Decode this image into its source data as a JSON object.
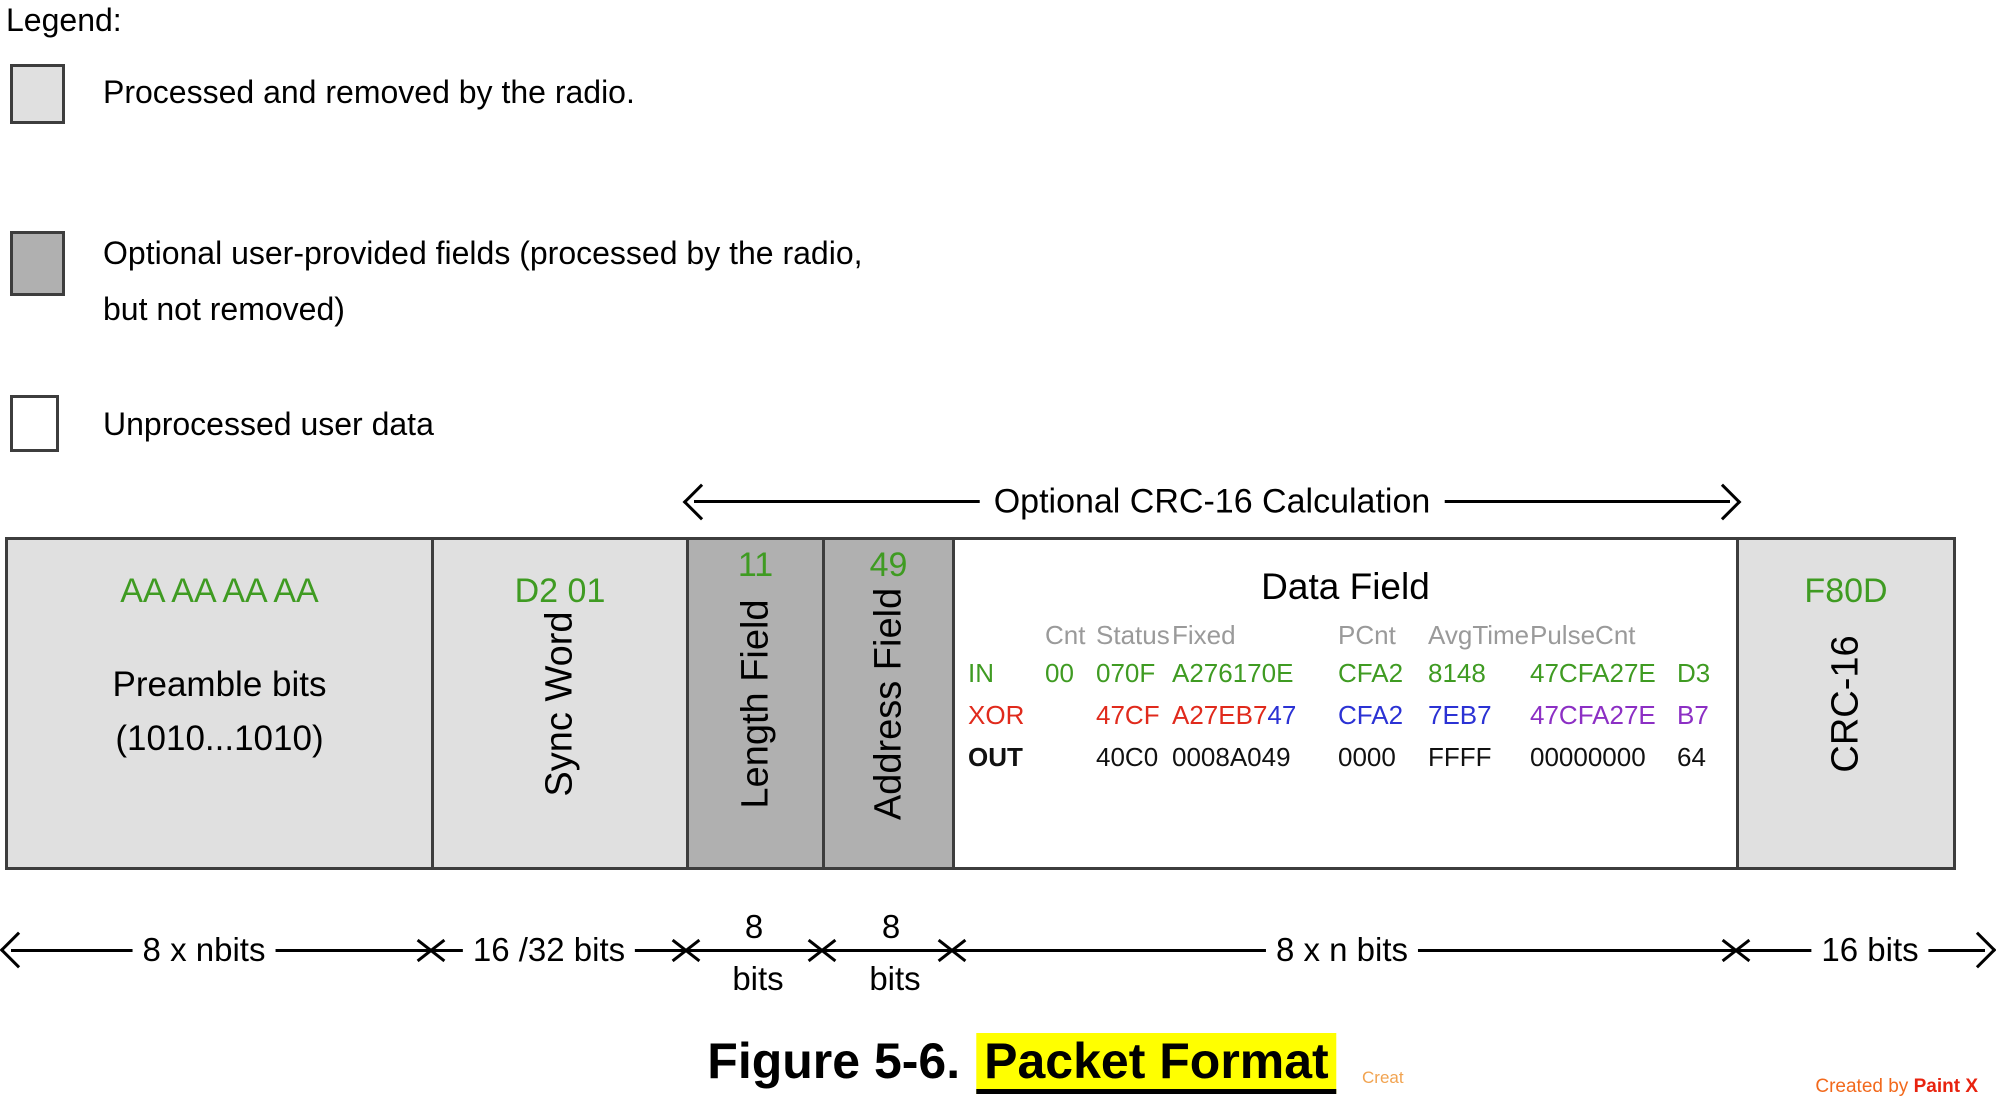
{
  "colors": {
    "green": "#3f9b22",
    "red": "#e02a1c",
    "blue": "#2b32d4",
    "purple": "#8c2fc4",
    "black": "#111111",
    "gray": "#9a9a9a",
    "fill_light": "#e0e0e0",
    "fill_dark": "#b0b0b0",
    "fill_white": "#ffffff",
    "highlight": "#ffff00"
  },
  "legend": {
    "title": "Legend:",
    "items": [
      {
        "text": "Processed and removed by the radio.",
        "swatch": "light"
      },
      {
        "text": "Optional user-provided fields (processed by the radio, but not removed)",
        "swatch": "dark"
      },
      {
        "text": "Unprocessed user data",
        "swatch": "white"
      }
    ]
  },
  "crc_arrow": {
    "label": "Optional CRC-16 Calculation"
  },
  "packet": {
    "fields": [
      {
        "key": "preamble",
        "hex": "AA AA AA AA",
        "line1": "Preamble bits",
        "line2": "(1010...1010)"
      },
      {
        "key": "sync-word",
        "hex": "D2 01",
        "vlabel": "Sync Word"
      },
      {
        "key": "length-field",
        "hex": "11",
        "vlabel": "Length Field"
      },
      {
        "key": "address-field",
        "hex": "49",
        "vlabel": "Address Field"
      },
      {
        "key": "data-field",
        "title": "Data Field"
      },
      {
        "key": "crc-16",
        "hex": "F80D",
        "vlabel": "CRC-16"
      }
    ]
  },
  "data_table": {
    "headers": [
      "Cnt",
      "Status",
      "Fixed",
      "PCnt",
      "AvgTime",
      "PulseCnt"
    ],
    "rows": [
      {
        "label": "IN",
        "label_color": "green",
        "bold": false,
        "cells": [
          [
            [
              "00",
              "green"
            ]
          ],
          [
            [
              "070F",
              "green"
            ]
          ],
          [
            [
              "A276170E",
              "green"
            ]
          ],
          [
            [
              "CFA2",
              "green"
            ]
          ],
          [
            [
              "8148",
              "green"
            ]
          ],
          [
            [
              "47CFA27E",
              "green"
            ]
          ],
          [
            [
              "D3",
              "green"
            ]
          ]
        ]
      },
      {
        "label": "XOR",
        "label_color": "red",
        "bold": false,
        "cells": [
          [],
          [
            [
              "47CF",
              "red"
            ]
          ],
          [
            [
              "A27EB7",
              "red"
            ],
            [
              "47",
              "blue"
            ]
          ],
          [
            [
              "CFA2",
              "blue"
            ]
          ],
          [
            [
              "7EB7",
              "blue"
            ]
          ],
          [
            [
              "47CFA27E",
              "purple"
            ]
          ],
          [
            [
              "B7",
              "purple"
            ]
          ]
        ]
      },
      {
        "label": "OUT",
        "label_color": "black",
        "bold": true,
        "cells": [
          [],
          [
            [
              "40C0",
              "black"
            ]
          ],
          [
            [
              "0008A049",
              "black"
            ]
          ],
          [
            [
              "0000",
              "black"
            ]
          ],
          [
            [
              "FFFF",
              "black"
            ]
          ],
          [
            [
              "00000000",
              "black"
            ]
          ],
          [
            [
              "64",
              "black"
            ]
          ]
        ]
      }
    ]
  },
  "measurements": {
    "preamble": "8 x nbits",
    "sync": "16 /32 bits",
    "length_top": "8",
    "length_bottom": "bits",
    "address_top": "8",
    "address_bottom": "bits",
    "data": "8 x n bits",
    "crc": "16 bits"
  },
  "caption": {
    "prefix": "Figure 5-6.",
    "highlighted": "Packet Format"
  },
  "watermarks": {
    "fragment": "Creat",
    "credit_prefix": "Created by ",
    "credit_name": "Paint X"
  }
}
